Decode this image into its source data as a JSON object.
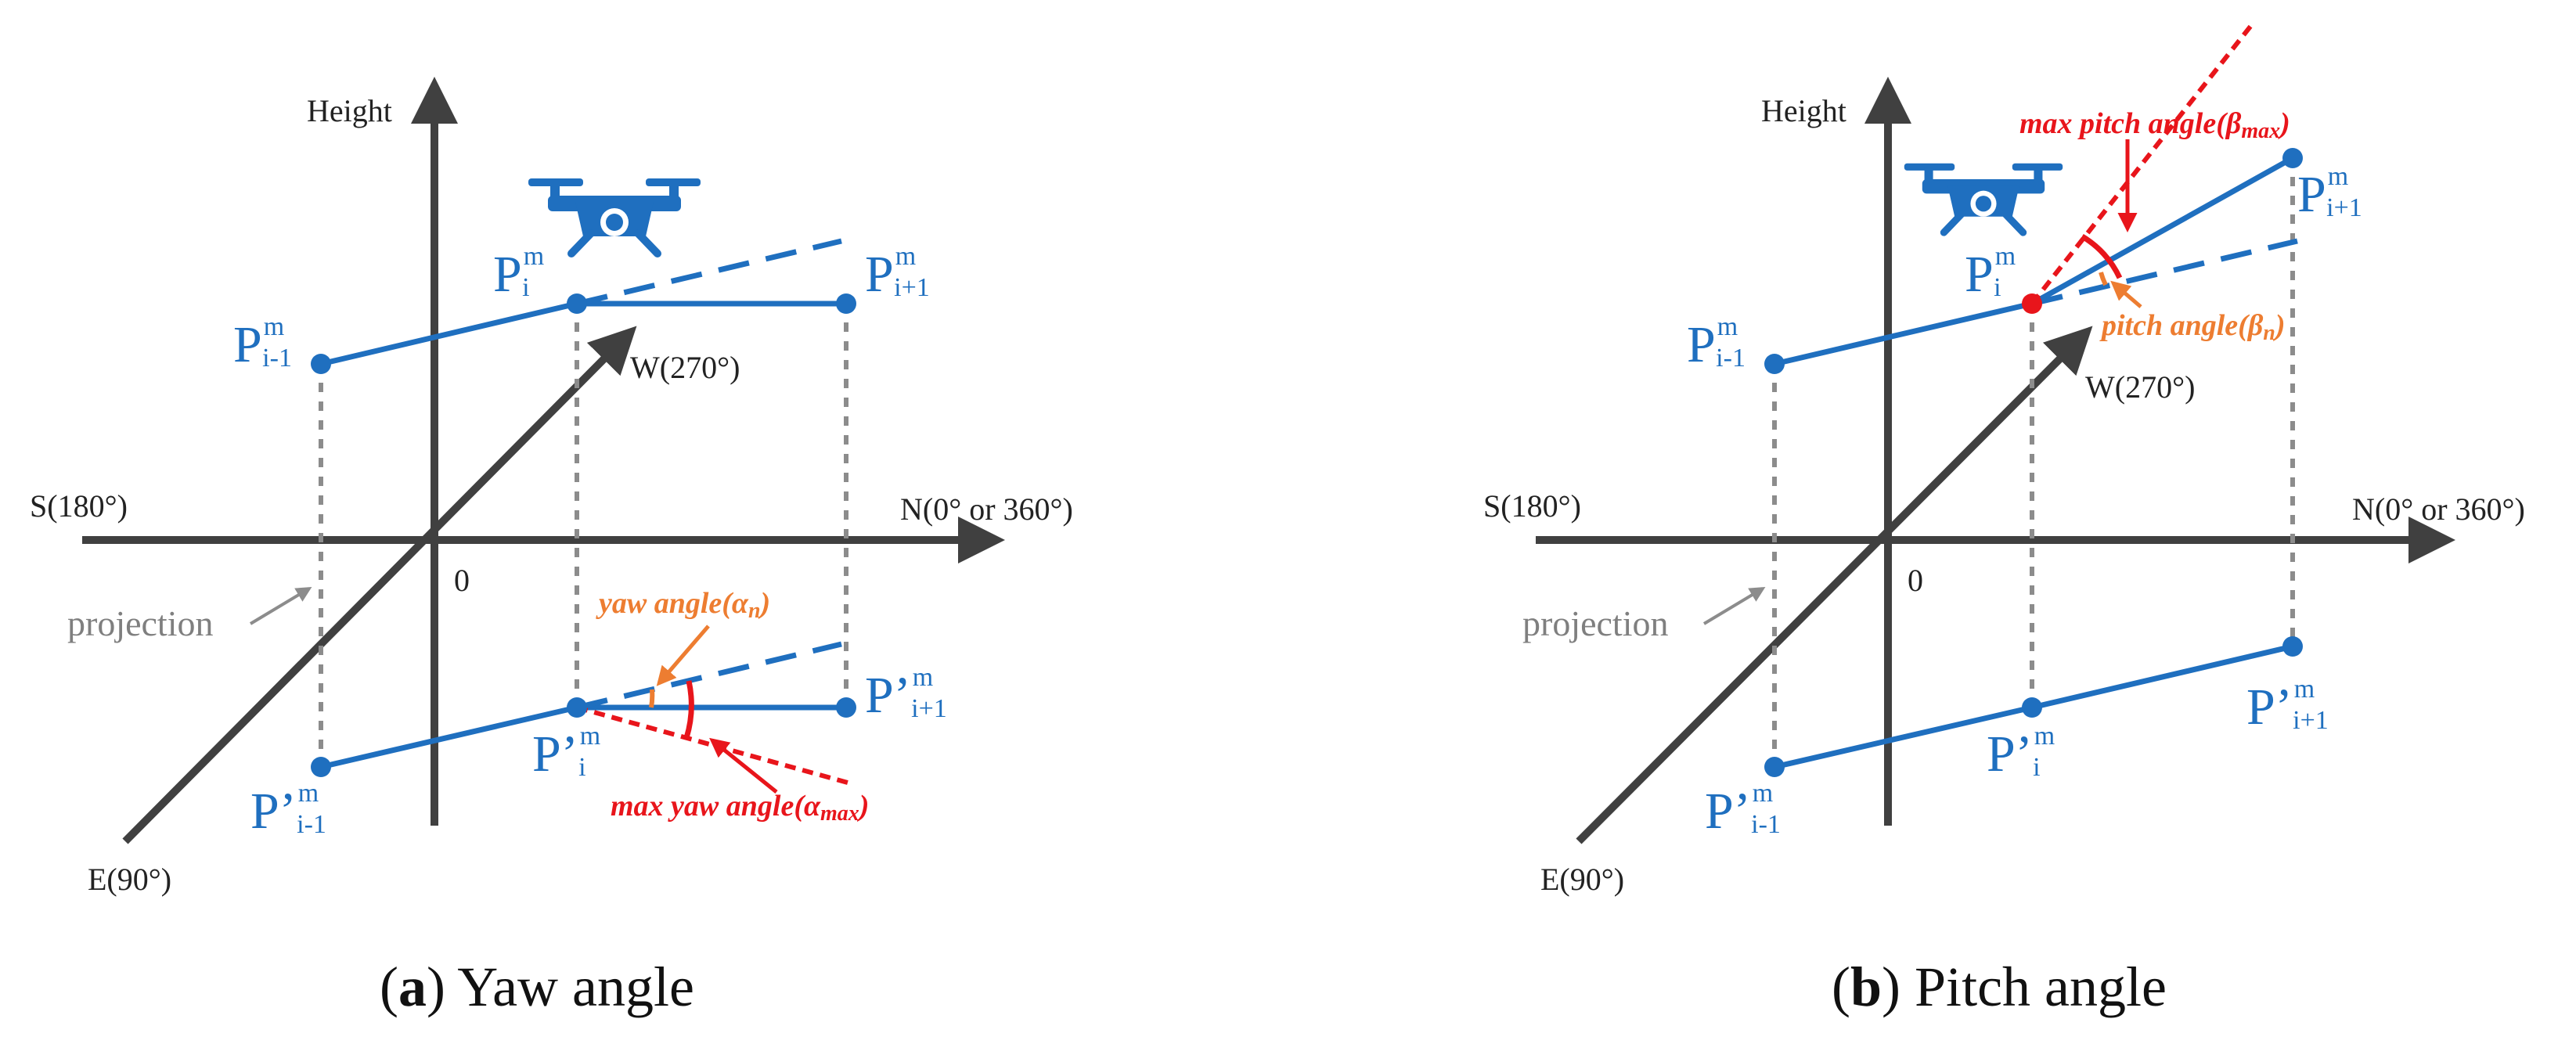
{
  "colors": {
    "axis": "#404040",
    "path": "#1f6fbf",
    "projection": "#8c8c8c",
    "yaw": "#ed7d31",
    "max": "#e8151b"
  },
  "icons": [
    "drone-icon"
  ],
  "panels": [
    {
      "caption_letter": "a",
      "caption_text": " Yaw angle",
      "axis_height": "Height",
      "axis_south": "S(180°)",
      "axis_north": "N(0° or 360°)",
      "axis_west": "W(270°)",
      "axis_east": "E(90°)",
      "origin": "0",
      "projection_label": "projection",
      "points": {
        "prev": {
          "base": "P",
          "sup": "m",
          "sub": "i-1"
        },
        "cur": {
          "base": "P",
          "sup": "m",
          "sub": "i"
        },
        "next": {
          "base": "P",
          "sup": "m",
          "sub": "i+1"
        },
        "prev_proj": {
          "base": "P’",
          "sup": "m",
          "sub": "i-1"
        },
        "cur_proj": {
          "base": "P’",
          "sup": "m",
          "sub": "i"
        },
        "next_proj": {
          "base": "P’",
          "sup": "m",
          "sub": "i+1"
        }
      },
      "angle_label": "yaw angle(α",
      "angle_label_sub": "n",
      "max_label": "max yaw angle(α",
      "max_label_sub": "max"
    },
    {
      "caption_letter": "b",
      "caption_text": " Pitch angle",
      "axis_height": "Height",
      "axis_south": "S(180°)",
      "axis_north": "N(0° or 360°)",
      "axis_west": "W(270°)",
      "axis_east": "E(90°)",
      "origin": "0",
      "projection_label": "projection",
      "points": {
        "prev": {
          "base": "P",
          "sup": "m",
          "sub": "i-1"
        },
        "cur": {
          "base": "P",
          "sup": "m",
          "sub": "i"
        },
        "next": {
          "base": "P",
          "sup": "m",
          "sub": "i+1"
        },
        "prev_proj": {
          "base": "P’",
          "sup": "m",
          "sub": "i-1"
        },
        "cur_proj": {
          "base": "P’",
          "sup": "m",
          "sub": "i"
        },
        "next_proj": {
          "base": "P’",
          "sup": "m",
          "sub": "i+1"
        }
      },
      "angle_label": "pitch angle(β",
      "angle_label_sub": "n",
      "max_label": "max pitch angle(β",
      "max_label_sub": "max"
    }
  ]
}
